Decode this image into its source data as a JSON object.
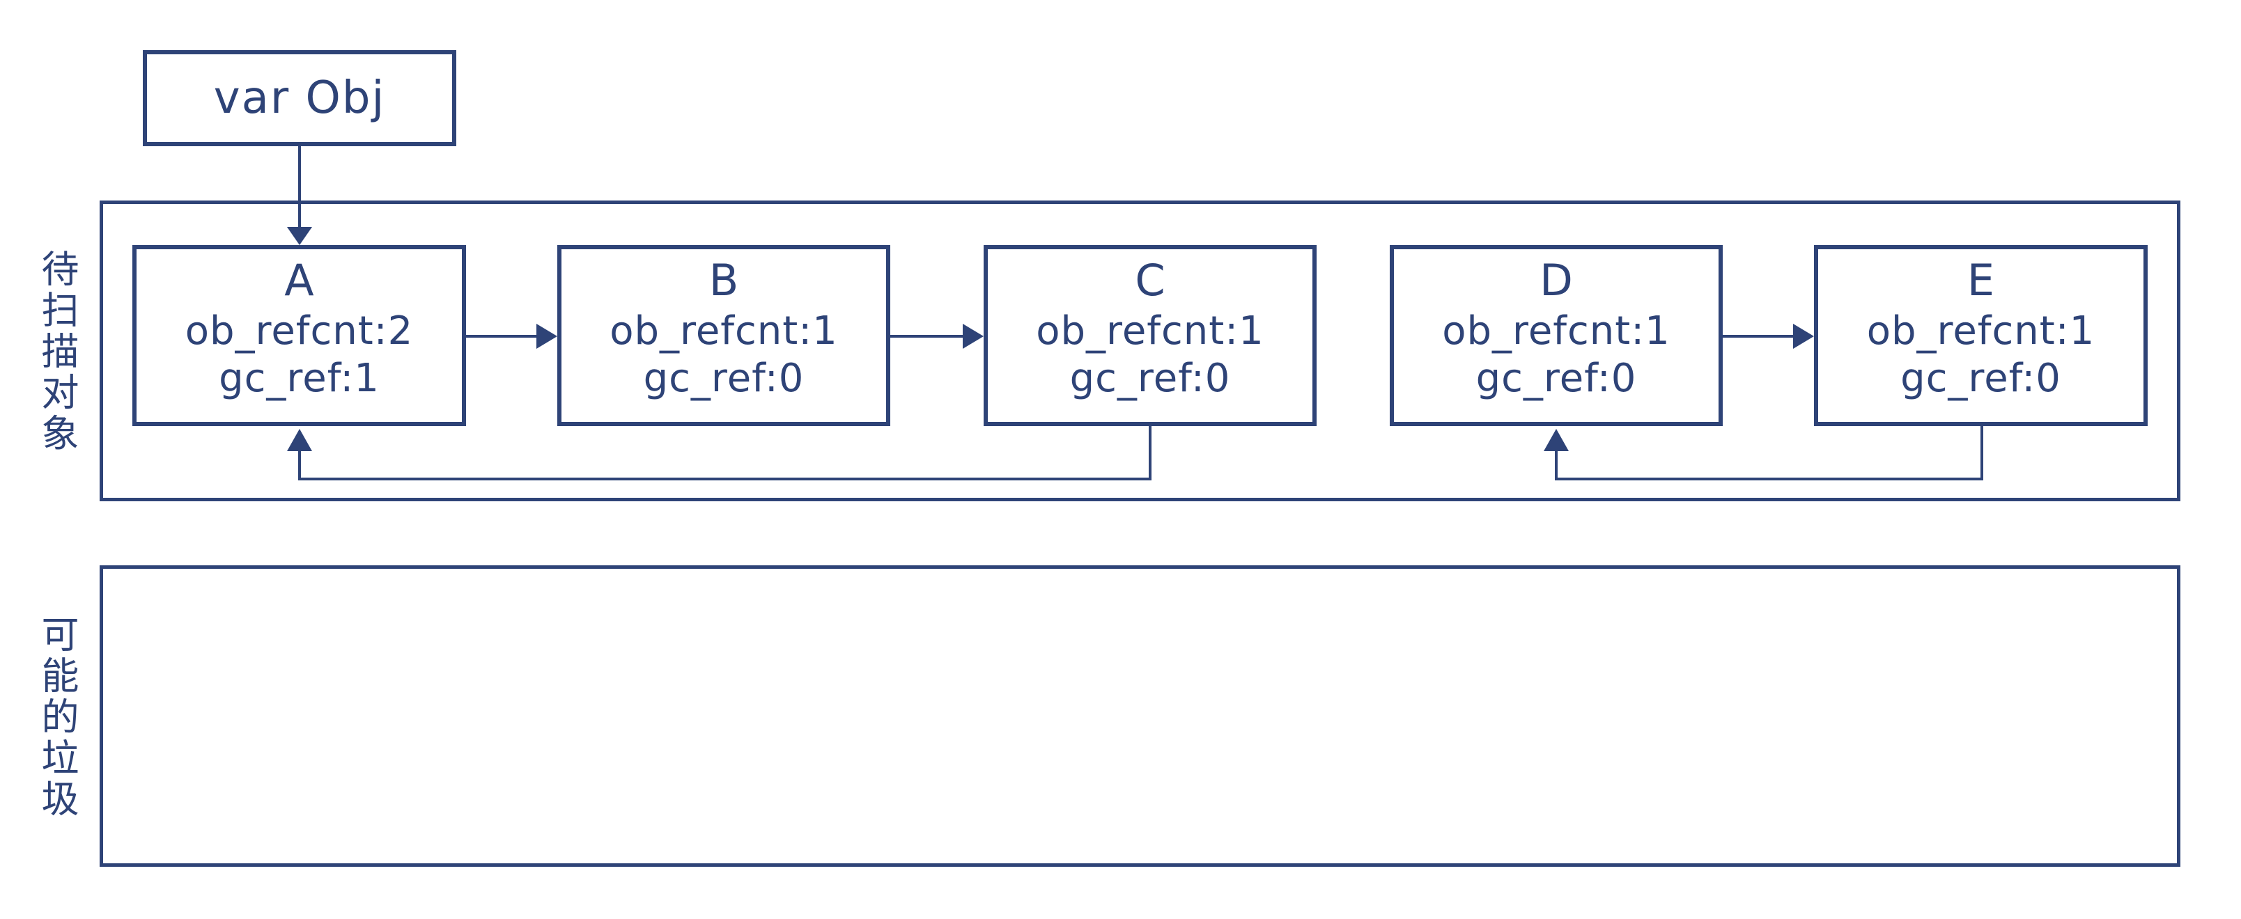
{
  "diagram": {
    "title_semantic": "python-gc-reference-counting-diagram",
    "colors": {
      "ink": "#2e4377",
      "background": "#ffffff"
    },
    "pointer_box": {
      "label": "var Obj"
    },
    "scan_container": {
      "label_vertical": "待扫描对象"
    },
    "garbage_container": {
      "label_vertical": "可能的垃圾"
    },
    "nodes": [
      {
        "id": "A",
        "title": "A",
        "lines": [
          "ob_refcnt:2",
          "gc_ref:1"
        ]
      },
      {
        "id": "B",
        "title": "B",
        "lines": [
          "ob_refcnt:1",
          "gc_ref:0"
        ]
      },
      {
        "id": "C",
        "title": "C",
        "lines": [
          "ob_refcnt:1",
          "gc_ref:0"
        ]
      },
      {
        "id": "D",
        "title": "D",
        "lines": [
          "ob_refcnt:1",
          "gc_ref:0"
        ]
      },
      {
        "id": "E",
        "title": "E",
        "lines": [
          "ob_refcnt:1",
          "gc_ref:0"
        ]
      }
    ],
    "edges": [
      {
        "from": "var Obj",
        "to": "A"
      },
      {
        "from": "A",
        "to": "B"
      },
      {
        "from": "B",
        "to": "C"
      },
      {
        "from": "C",
        "to": "A"
      },
      {
        "from": "D",
        "to": "E"
      },
      {
        "from": "E",
        "to": "D"
      }
    ]
  }
}
